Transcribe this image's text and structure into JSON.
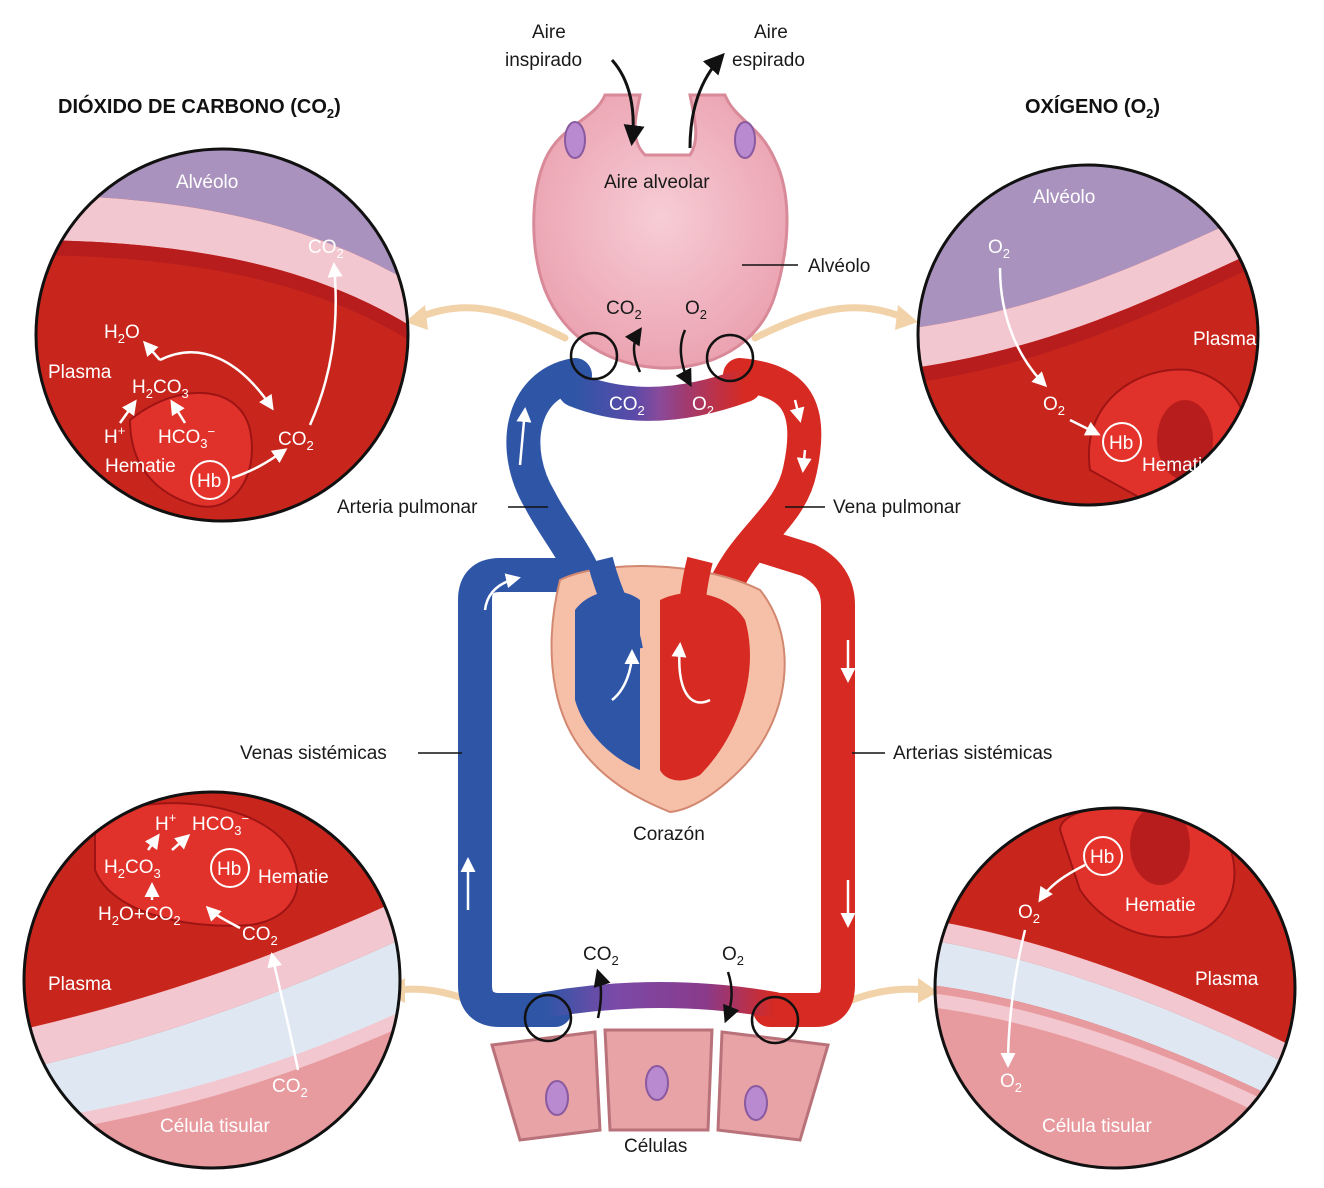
{
  "colors": {
    "oxygenated": "#d62a22",
    "deoxygenated": "#2f56a6",
    "mixed": "#8a4a9a",
    "alveolus": "#f4b9c4",
    "plasma": "#c8261c",
    "membrane": "#f3c7cf",
    "arrow_tan": "#f2d2a8"
  },
  "titles": {
    "co2_main": "DIÓXIDO DE CARBONO (CO",
    "co2_sub": "2",
    "co2_close": ")",
    "o2_main": "OXÍGENO (O",
    "o2_sub": "2",
    "o2_close": ")"
  },
  "air": {
    "inspired_1": "Aire",
    "inspired_2": "inspirado",
    "expired_1": "Aire",
    "expired_2": "espirado",
    "alveolar": "Aire alveolar"
  },
  "labels": {
    "alveolo": "Alvéolo",
    "arteria_pulmonar": "Arteria pulmonar",
    "vena_pulmonar": "Vena pulmonar",
    "venas_sistemicas": "Venas sistémicas",
    "arterias_sistemicas": "Arterias sistémicas",
    "corazon": "Corazón",
    "celulas": "Células"
  },
  "gases": {
    "co2": "CO",
    "o2": "O",
    "sub2": "2",
    "sub3": "3"
  },
  "circle_top_left": {
    "alveolo": "Alvéolo",
    "plasma": "Plasma",
    "hematie": "Hematie",
    "hb": "Hb",
    "h2o": "H",
    "h2co3": "H",
    "h_plus": "H",
    "hco3": "HCO",
    "plus": "+",
    "minus": "−"
  },
  "circle_top_right": {
    "alveolo": "Alvéolo",
    "plasma": "Plasma",
    "hematie": "Hematie",
    "hb": "Hb"
  },
  "circle_bottom_left": {
    "plasma": "Plasma",
    "hematie": "Hematie",
    "celula": "Célula tisular",
    "hb": "Hb",
    "h2o_plus": "O+CO"
  },
  "circle_bottom_right": {
    "plasma": "Plasma",
    "hematie": "Hematie",
    "celula": "Célula tisular",
    "hb": "Hb"
  }
}
